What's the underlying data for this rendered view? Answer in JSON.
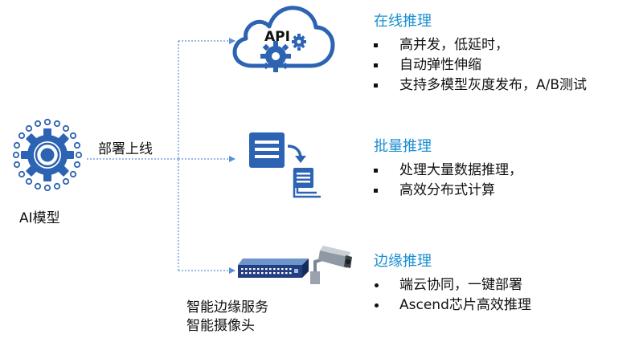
{
  "source": {
    "model_label": "AI模型",
    "deploy_label": "部署上线"
  },
  "targets": {
    "online": {
      "icon_text": "API",
      "title": "在线推理",
      "items": [
        "高并发，低延时，",
        "自动弹性伸缩",
        "支持多模型灰度发布，A/B测试"
      ]
    },
    "batch": {
      "title": "批量推理",
      "items": [
        "处理大量数据推理，",
        "高效分布式计算"
      ]
    },
    "edge": {
      "device_labels": [
        "智能边缘服务",
        "智能摄像头"
      ],
      "title": "边缘推理",
      "items": [
        "端云协同，一键部署",
        "Ascend芯片高效推理"
      ]
    }
  },
  "colors": {
    "accent": "#1b8fd1",
    "icon_blue": "#2c63b3",
    "connector": "#5b8fd6",
    "text": "#111111"
  },
  "icons": {
    "model": "gear-circle-icon",
    "online": "cloud-gear-icon",
    "batch": "document-transfer-icon",
    "edge_server": "network-switch-icon",
    "edge_camera": "security-camera-icon"
  }
}
